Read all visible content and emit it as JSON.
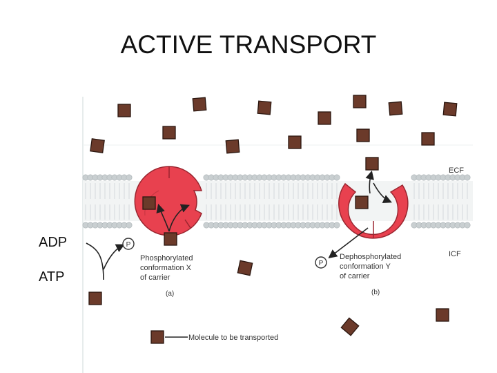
{
  "title": "ACTIVE TRANSPORT",
  "side_labels": {
    "adp": "ADP",
    "atp": "ATP"
  },
  "diagram": {
    "ecf_label": "ECF",
    "icf_label": "ICF",
    "phosphate_label": "P",
    "carrier_a": {
      "line1": "Phosphorylated",
      "line2": "conformation X",
      "line3": "of carrier",
      "panel": "(a)"
    },
    "carrier_b": {
      "line1": "Dephosphorylated",
      "line2": "conformation Y",
      "line3": "of carrier",
      "panel": "(b)"
    },
    "legend": "Molecule to be transported"
  },
  "colors": {
    "carrier": "#e8414f",
    "molecule": "#6b3a2a",
    "membrane_head": "#c9cfd1",
    "tail": "#d9dddf",
    "text": "#333333"
  }
}
